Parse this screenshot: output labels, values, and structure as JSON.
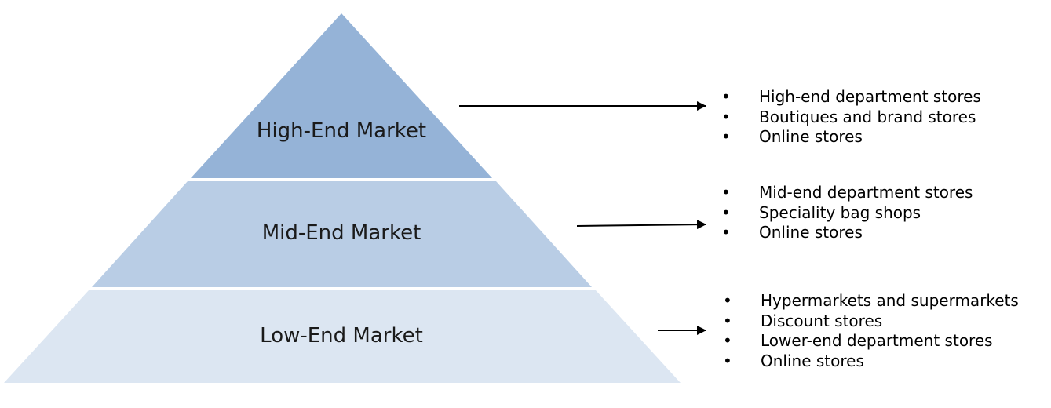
{
  "colors": {
    "top": "#95b3d7",
    "middle": "#b9cde5",
    "bottom": "#dce6f2",
    "arrow": "#000000"
  },
  "pyramid": {
    "high": {
      "label": "High-End Market"
    },
    "mid": {
      "label": "Mid-End Market"
    },
    "low": {
      "label": "Low-End Market"
    }
  },
  "channels": {
    "high": [
      "High-end department stores",
      "Boutiques and brand stores",
      "Online stores"
    ],
    "mid": [
      "Mid-end department stores",
      "Speciality bag shops",
      "Online stores"
    ],
    "low": [
      "Hypermarkets and supermarkets",
      "Discount stores",
      "Lower-end department stores",
      "Online stores"
    ]
  },
  "bullet_symbol": "•"
}
